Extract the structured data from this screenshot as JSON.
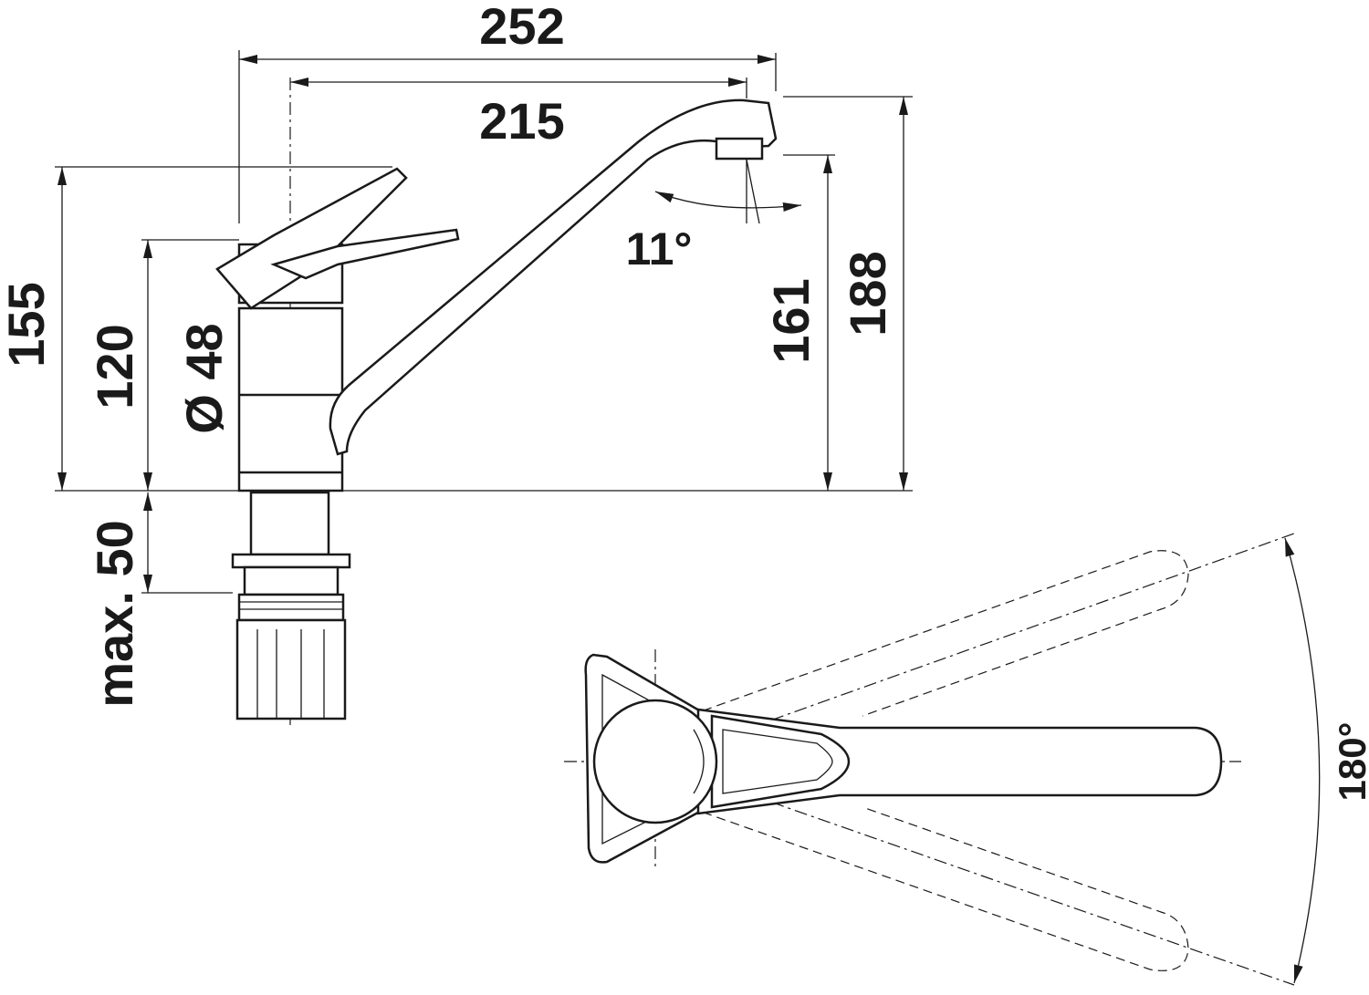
{
  "dimensions": {
    "overall_reach": "252",
    "spout_reach": "215",
    "spout_angle": "11°",
    "spout_outlet_height": "161",
    "total_height": "188",
    "lever_height": "155",
    "body_height": "120",
    "body_diameter": "Ø 48",
    "max_counter_thickness": "max. 50",
    "swivel_angle": "180°"
  },
  "colors": {
    "line": "#1a1a1a",
    "background": "#ffffff"
  }
}
